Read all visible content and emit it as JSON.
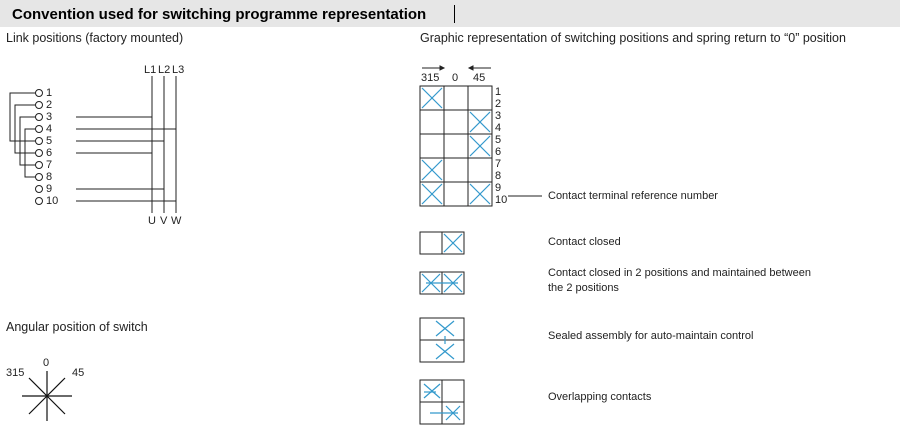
{
  "header": {
    "title": "Convention used for switching programme representation"
  },
  "link_positions": {
    "title": "Link positions (factory mounted)",
    "lines": [
      "L1",
      "L2",
      "L3"
    ],
    "outputs": [
      "U",
      "V",
      "W"
    ],
    "terminals": [
      "1",
      "2",
      "3",
      "4",
      "5",
      "6",
      "7",
      "8",
      "9",
      "10"
    ]
  },
  "angular": {
    "title": "Angular position of switch",
    "angles": [
      "315",
      "0",
      "45"
    ]
  },
  "graphic": {
    "title": "Graphic representation of switching positions and spring return to “0” position",
    "columns": [
      "315",
      "0",
      "45"
    ],
    "terminals": [
      "1",
      "2",
      "3",
      "4",
      "5",
      "6",
      "7",
      "8",
      "9",
      "10"
    ],
    "reference_label": "Contact terminal reference number"
  },
  "legend": [
    {
      "symbol": "contact-closed",
      "text": "Contact closed"
    },
    {
      "symbol": "contact-closed-2-positions",
      "text": "Contact closed in 2 positions and maintained between the 2 positions",
      "line1": "Contact closed in 2 positions and maintained between",
      "line2": "the 2 positions"
    },
    {
      "symbol": "sealed-assembly",
      "text": "Sealed assembly for auto-maintain control"
    },
    {
      "symbol": "overlapping-contacts",
      "text": "Overlapping contacts"
    }
  ],
  "colors": {
    "accent": "#3399cc",
    "line": "#222222",
    "header_bg": "#e6e6e6"
  }
}
